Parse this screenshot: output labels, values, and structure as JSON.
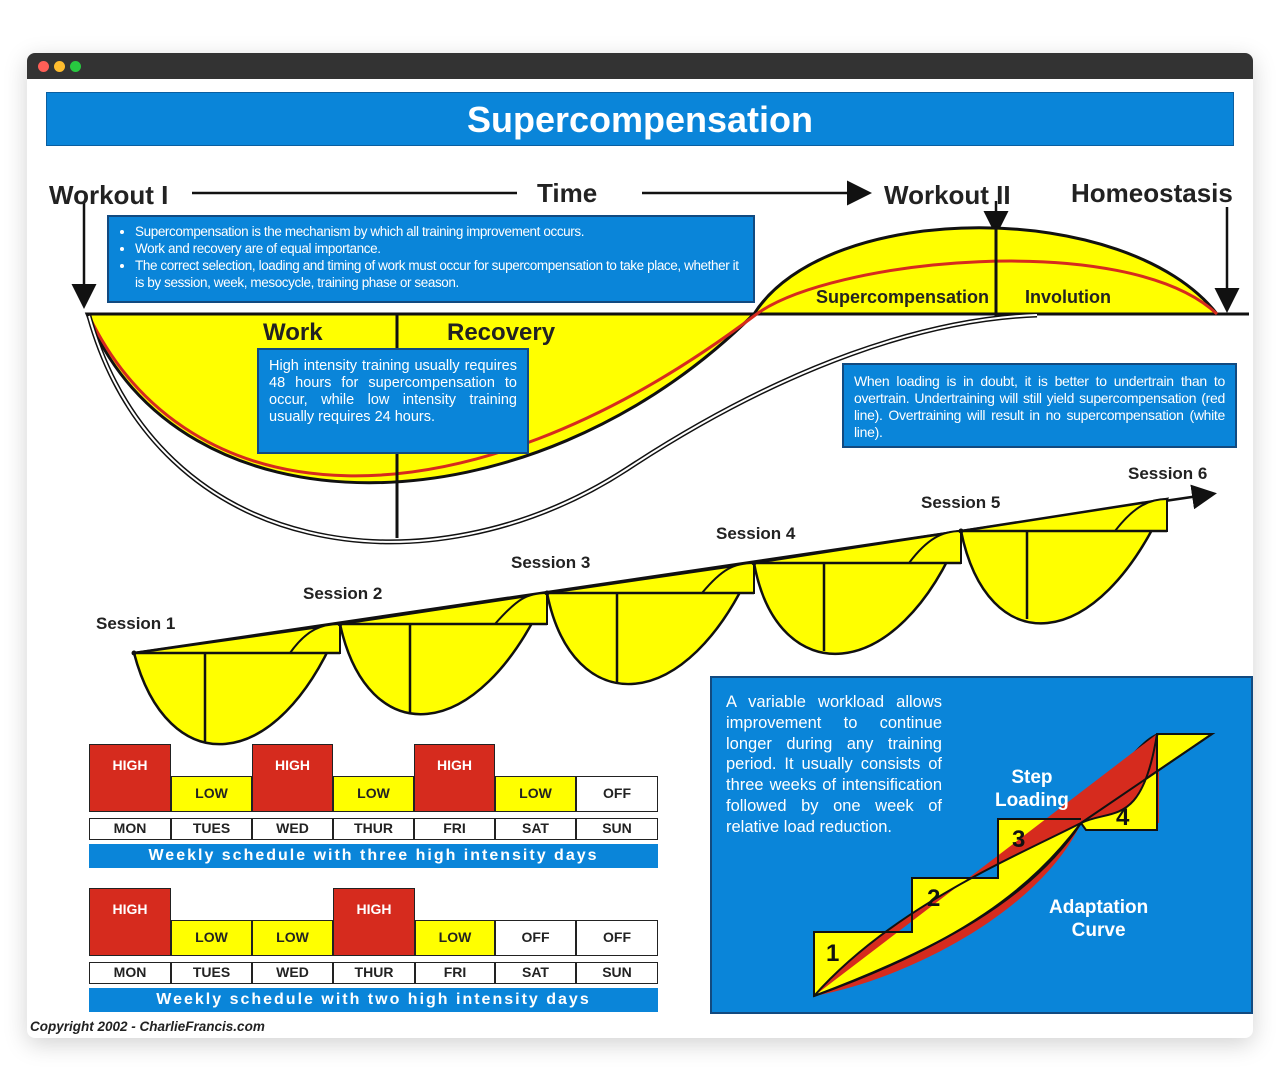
{
  "window": {
    "dots": [
      "#ff5f57",
      "#febc2e",
      "#28c840"
    ]
  },
  "title": "Supercompensation",
  "timeline": {
    "workout1": "Workout I",
    "time": "Time",
    "workout2": "Workout II",
    "homeostasis": "Homeostasis"
  },
  "bullets": [
    "Supercompensation is the mechanism by which all training improvement occurs.",
    "Work and recovery are of equal importance.",
    "The correct selection, loading and timing of work must occur for supercompensation to take place, whether it is by session, week, mesocycle, training phase or season."
  ],
  "curve_labels": {
    "work": "Work",
    "recovery": "Recovery",
    "supercompensation": "Supercompensation",
    "involution": "Involution"
  },
  "info_high_intensity": "High intensity training usually requires 48 hours for supercompensation to occur, while low intensity training usually requires 24 hours.",
  "info_loading": "When loading is in doubt, it is better to undertrain than to overtrain. Undertraining will still yield supercompensation (red line). Overtraining will result in no supercompensation (white line).",
  "sessions": [
    "Session 1",
    "Session 2",
    "Session 3",
    "Session 4",
    "Session 5",
    "Session 6"
  ],
  "schedule1": {
    "levels": [
      "HIGH",
      "LOW",
      "HIGH",
      "LOW",
      "HIGH",
      "LOW",
      "OFF"
    ],
    "days": [
      "MON",
      "TUES",
      "WED",
      "THUR",
      "FRI",
      "SAT",
      "SUN"
    ],
    "caption": "Weekly schedule with three high intensity days"
  },
  "schedule2": {
    "levels": [
      "HIGH",
      "LOW",
      "LOW",
      "HIGH",
      "LOW",
      "OFF",
      "OFF"
    ],
    "days": [
      "MON",
      "TUES",
      "WED",
      "THUR",
      "FRI",
      "SAT",
      "SUN"
    ],
    "caption": "Weekly schedule with two high intensity days"
  },
  "step_panel": {
    "text": "A variable workload allows improvement to continue longer during any training period. It usually consists of three weeks of intensification followed by one week of relative load reduction.",
    "step_loading_line1": "Step",
    "step_loading_line2": "Loading",
    "adaptation_line1": "Adaptation",
    "adaptation_line2": "Curve",
    "steps": [
      "1",
      "2",
      "3",
      "4"
    ]
  },
  "copyright": "Copyright 2002 - CharlieFrancis.com",
  "colors": {
    "blue": "#0a85d9",
    "yellow": "#ffff00",
    "red": "#d62b1e",
    "line": "#111111"
  }
}
